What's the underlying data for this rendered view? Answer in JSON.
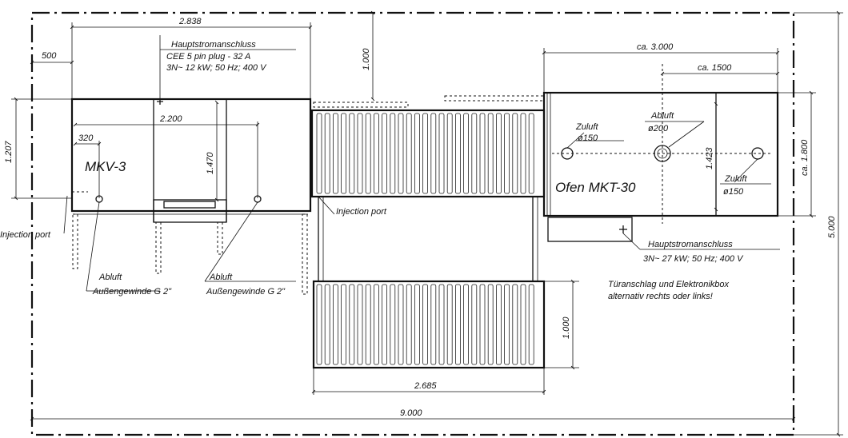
{
  "dimensions": {
    "total_width": "9.000",
    "total_height": "5.000",
    "mkv_width": "2.838",
    "offset_500": "500",
    "inner_width": "2.200",
    "offset_320": "320",
    "mkv_depth": "1.207",
    "mkv_inner_depth": "1.470",
    "conveyor_gap": "1.000",
    "conveyor_length": "2.685",
    "lower_conveyor_depth": "1.000",
    "oven_width": "ca. 3.000",
    "oven_half": "ca. 1500",
    "oven_depth_inner": "1.423",
    "oven_depth": "ca. 1.800"
  },
  "units": {
    "mkv": {
      "name": "MKV-3",
      "power_title": "Hauptstromanschluss",
      "power_line1": "CEE 5 pin plug - 32 A",
      "power_line2": "3N~ 12 kW; 50 Hz; 400 V",
      "injection_port": "Injection port",
      "exhaust_left_title": "Abluft",
      "exhaust_left_thread": "Außengewinde G 2\"",
      "exhaust_right_title": "Abluft",
      "exhaust_right_thread": "Außengewinde G 2\""
    },
    "conveyor": {
      "injection_port": "Injection port"
    },
    "oven": {
      "name": "Ofen MKT-30",
      "supply_left_title": "Zuluft",
      "supply_left_size": "ø150",
      "exhaust_title": "Abluft",
      "exhaust_size": "ø200",
      "supply_right_title": "Zuluft",
      "supply_right_size": "ø150",
      "power_title": "Hauptstromanschluss",
      "power_line": "3N~ 27 kW; 50 Hz; 400 V"
    }
  },
  "notes": {
    "door_line1": "Türanschlag und Elektronikbox",
    "door_line2": "alternativ rechts oder links!"
  }
}
